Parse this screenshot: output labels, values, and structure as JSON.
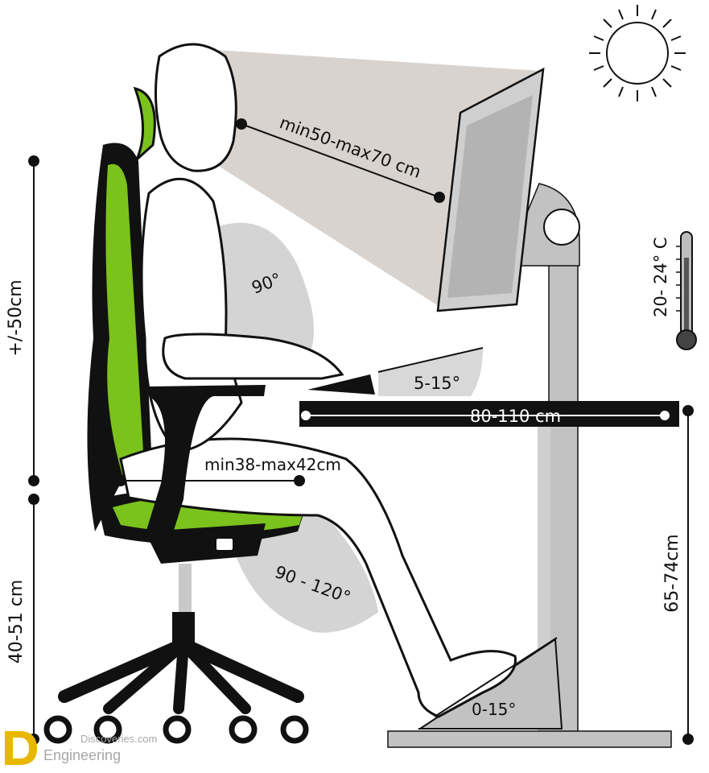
{
  "labels": {
    "eye_distance": "min50-max70 cm",
    "back_height": "+/-50cm",
    "torso_angle": "90°",
    "keyboard_tilt": "5-15°",
    "desk_depth": "80-110 cm",
    "temperature": "20- 24° C",
    "seat_depth": "min38-max42cm",
    "knee_angle": "90 - 120°",
    "seat_height": "40-51 cm",
    "desk_height": "65-74cm",
    "footrest_tilt": "0-15°"
  },
  "watermark": {
    "line1": "Discoveries.com",
    "line2": "Engineering"
  },
  "colors": {
    "accent_green": "#7bc21d",
    "shade_gray": "#d4d4d4",
    "view_cone": "#d8d3cf",
    "metal_gray": "#c2c2c2",
    "line": "#111111"
  },
  "icons": [
    "sun-icon",
    "thermometer-icon"
  ]
}
